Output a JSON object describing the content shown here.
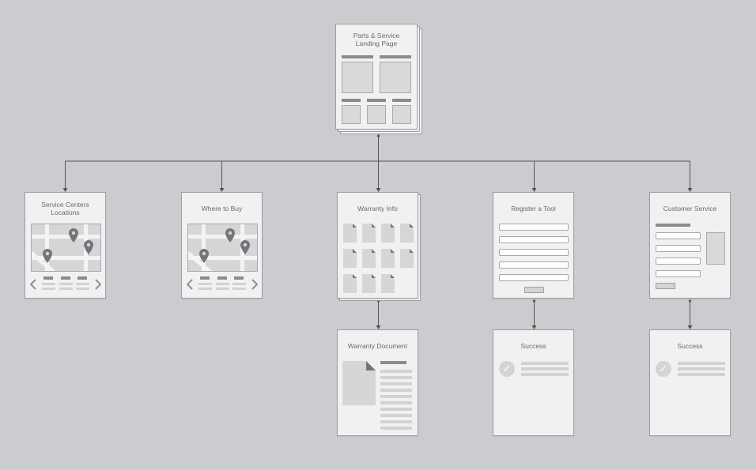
{
  "diagram": {
    "root": {
      "title": "Parts & Service\nLanding Page"
    },
    "nodes": [
      {
        "id": "service_centers",
        "title": "Service Centers\nLocations"
      },
      {
        "id": "where_to_buy",
        "title": "Where to Buy"
      },
      {
        "id": "warranty_info",
        "title": "Warranty Info"
      },
      {
        "id": "register_tool",
        "title": "Register a Tool"
      },
      {
        "id": "customer_service",
        "title": "Customer Service"
      }
    ],
    "children": [
      {
        "id": "warranty_document",
        "title": "Warranty Document"
      },
      {
        "id": "success_register",
        "title": "Success"
      },
      {
        "id": "success_service",
        "title": "Success"
      }
    ],
    "icons": [
      "map-pin-icon",
      "chevron-left-icon",
      "chevron-right-icon",
      "document-icon",
      "checkmark-icon"
    ],
    "colors": {
      "background": "#cbcccf",
      "card": "#f1f1f1",
      "border": "#9d9fa3",
      "text": "#6a6a6e",
      "connector": "#555555"
    }
  }
}
